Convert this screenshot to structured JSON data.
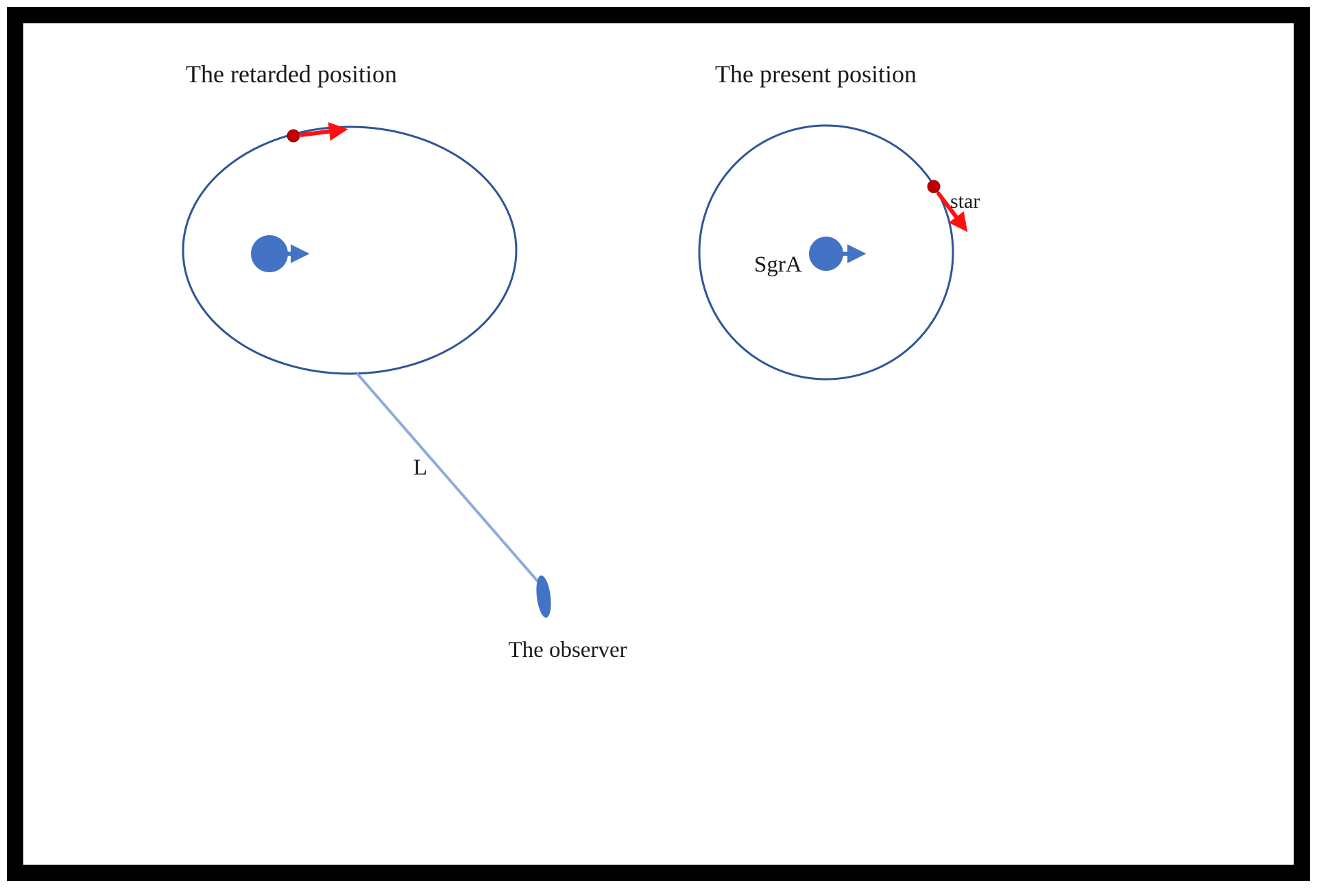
{
  "diagram": {
    "left_panel": {
      "title": "The retarded position",
      "distance_label": "L",
      "observer_label": "The observer"
    },
    "right_panel": {
      "title": "The present position",
      "blackhole_label": "SgrA",
      "star_label": "star"
    },
    "colors": {
      "frame": "#000000",
      "orbit_stroke": "#2F5597",
      "body_fill": "#4472C4",
      "blue_velocity_arrow": "#4472C4",
      "star_dot": "#C00000",
      "star_velocity_arrow": "#FF1111",
      "sightline": "#8FAADC",
      "text": "#1a1a1a"
    }
  }
}
